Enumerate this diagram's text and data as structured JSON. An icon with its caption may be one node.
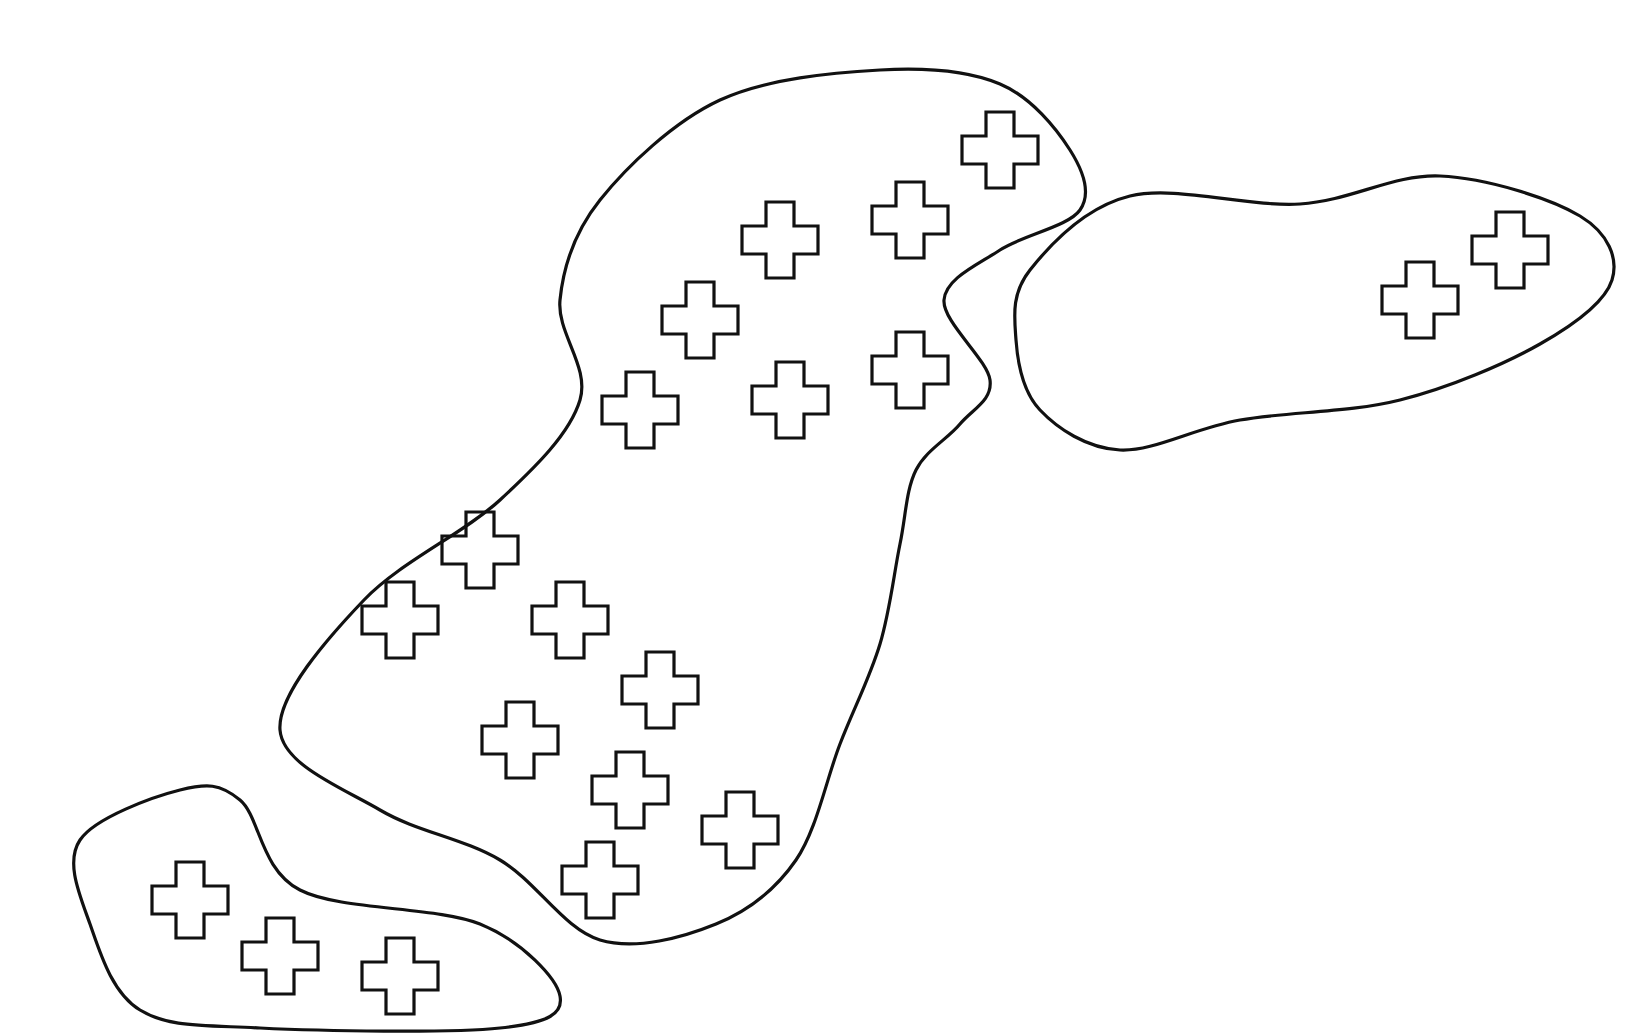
{
  "diagram": {
    "nodes": [
      {
        "text": [],
        "shape": "cloud"
      },
      {
        "text": [],
        "shape": "cloud"
      },
      {
        "text": [],
        "shape": "cloud"
      }
    ]
  }
}
